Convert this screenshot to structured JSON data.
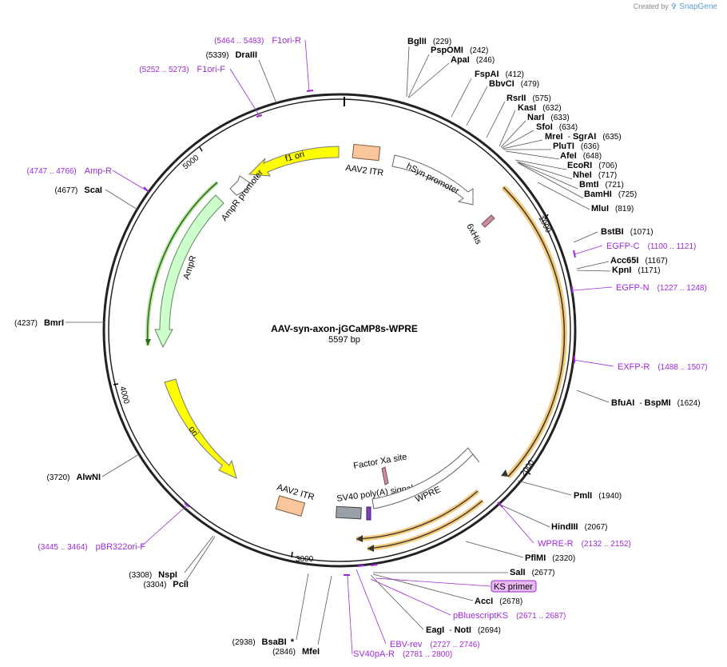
{
  "credit": {
    "created_by": "Created by",
    "brand": "SnapGene"
  },
  "plasmid": {
    "name": "AAV-syn-axon-jGCaMP8s-WPRE",
    "size_label": "5597 bp",
    "length": 5597
  },
  "ticks": [
    "1000",
    "2000",
    "3000",
    "4000",
    "5000"
  ],
  "sites": [
    {
      "name": "BglII",
      "pos": "(229)"
    },
    {
      "name": "PspOMI",
      "pos": "(242)"
    },
    {
      "name": "ApaI",
      "pos": "(246)"
    },
    {
      "name": "FspAI",
      "pos": "(412)"
    },
    {
      "name": "BbvCI",
      "pos": "(479)"
    },
    {
      "name": "RsrII",
      "pos": "(575)"
    },
    {
      "name": "KasI",
      "pos": "(632)"
    },
    {
      "name": "NarI",
      "pos": "(633)"
    },
    {
      "name": "SfoI",
      "pos": "(634)"
    },
    {
      "name": "MreI",
      "sep": "-",
      "name2": "SgrAI",
      "pos": "(635)"
    },
    {
      "name": "PluTI",
      "pos": "(636)"
    },
    {
      "name": "AfeI",
      "pos": "(648)"
    },
    {
      "name": "EcoRI",
      "pos": "(706)"
    },
    {
      "name": "NheI",
      "pos": "(717)"
    },
    {
      "name": "BmtI",
      "pos": "(721)"
    },
    {
      "name": "BamHI",
      "pos": "(725)"
    },
    {
      "name": "MluI",
      "pos": "(819)"
    },
    {
      "name": "BstBI",
      "pos": "(1071)"
    },
    {
      "name": "Acc65I",
      "pos": "(1167)"
    },
    {
      "name": "KpnI",
      "pos": "(1171)"
    },
    {
      "name": "BfuAI",
      "sep": "-",
      "name2": "BspMI",
      "pos": "(1624)"
    },
    {
      "name": "PmlI",
      "pos": "(1940)"
    },
    {
      "name": "HindIII",
      "pos": "(2067)"
    },
    {
      "name": "PflMI",
      "pos": "(2320)"
    },
    {
      "name": "SalI",
      "pos": "(2677)"
    },
    {
      "name": "AccI",
      "pos": "(2678)"
    },
    {
      "name": "EagI",
      "sep": "-",
      "name2": "NotI",
      "pos": "(2694)"
    },
    {
      "name": "MfeI",
      "pos": "(2846)"
    },
    {
      "name": "BsaBI",
      "star": "*",
      "pos": "(2938)"
    },
    {
      "name": "PciI",
      "pos": "(3304)"
    },
    {
      "name": "NspI",
      "pos": "(3308)"
    },
    {
      "name": "AlwNI",
      "pos": "(3720)"
    },
    {
      "name": "BmrI",
      "pos": "(4237)"
    },
    {
      "name": "ScaI",
      "pos": "(4677)"
    },
    {
      "name": "DraIII",
      "pos": "(5339)"
    }
  ],
  "primers": [
    {
      "name": "EGFP-C",
      "range": "(1100 .. 1121)"
    },
    {
      "name": "EGFP-N",
      "range": "(1227 .. 1248)"
    },
    {
      "name": "EXFP-R",
      "range": "(1488 .. 1507)"
    },
    {
      "name": "WPRE-R",
      "range": "(2132 .. 2152)"
    },
    {
      "name": "KS primer",
      "range": ""
    },
    {
      "name": "pBluescriptKS",
      "range": "(2671 .. 2687)"
    },
    {
      "name": "EBV-rev",
      "range": "(2727 .. 2746)"
    },
    {
      "name": "SV40pA-R",
      "range": "(2781 .. 2800)"
    },
    {
      "name": "pBR322ori-F",
      "range": "(3445 .. 3464)"
    },
    {
      "name": "Amp-R",
      "range": "(4747 .. 4766)"
    },
    {
      "name": "F1ori-F",
      "range": "(5252 .. 5273)"
    },
    {
      "name": "F1ori-R",
      "range": "(5464 .. 5483)"
    }
  ],
  "features": [
    {
      "name": "AAV2 ITR",
      "color": "#f9c59b"
    },
    {
      "name": "hSyn promoter",
      "color": "#ffffff"
    },
    {
      "name": "6xHis",
      "color": "#c8909c"
    },
    {
      "name": "Factor Xa site",
      "color": "#c8909c"
    },
    {
      "name": "WPRE",
      "color": "#ffffff"
    },
    {
      "name": "SV40 poly(A) signal",
      "color": "#9aa0a8"
    },
    {
      "name": "AAV2 ITR",
      "color": "#f9c59b"
    },
    {
      "name": "ori",
      "color": "#ffff00"
    },
    {
      "name": "AmpR",
      "color": "#ccffcc"
    },
    {
      "name": "AmpR promoter",
      "color": "#ffffff"
    },
    {
      "name": "f1 ori",
      "color": "#ffff00"
    }
  ],
  "colors": {
    "primer": "#9b2bd6",
    "orf_highlight": "#f5c97a",
    "backbone": "#000000"
  }
}
